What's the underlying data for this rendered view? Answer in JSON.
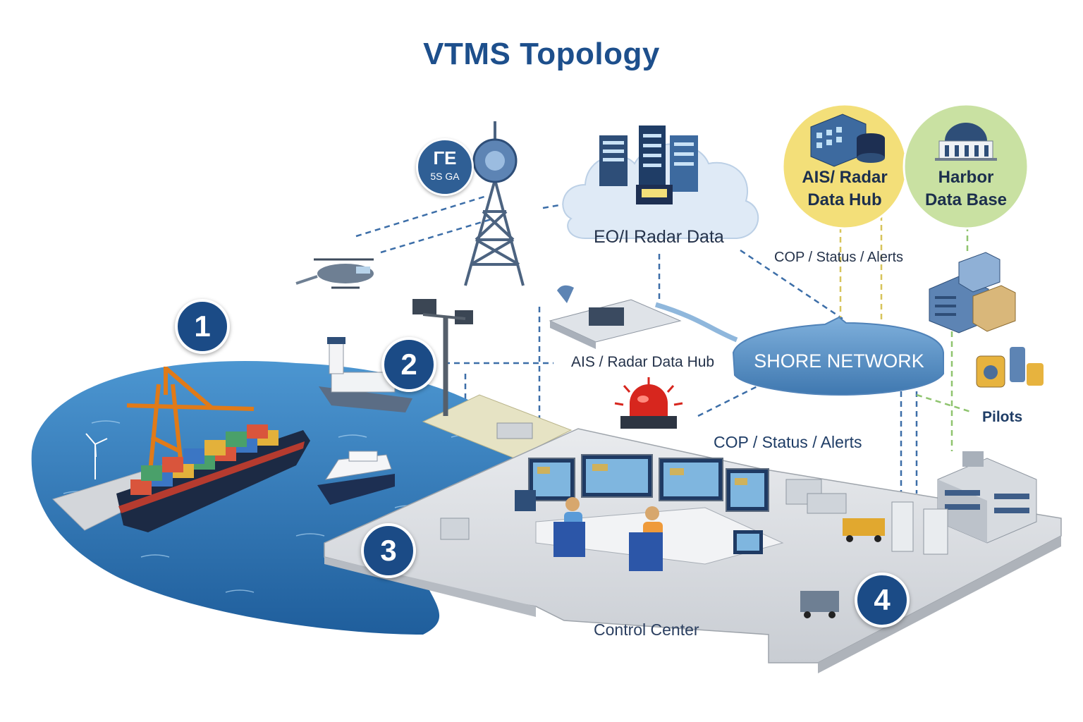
{
  "title": "VTMS Topology",
  "badge_5g": {
    "symbol": "ΓE",
    "caption": "5S GA"
  },
  "cloud_label": "EO/I Radar Data",
  "labels": {
    "cop_top": "COP / Status / Alerts",
    "ais_hub_mid": "AIS / Radar Data Hub",
    "cop_mid": "COP / Status / Alerts",
    "pilots": "Pilots",
    "control_center": "Control Center"
  },
  "hubs": [
    {
      "line1": "AIS/ Radar",
      "line2": "Data Hub",
      "color": "#f3df79"
    },
    {
      "line1": "Harbor",
      "line2": "Data Base",
      "color": "#c9e1a2"
    }
  ],
  "shore_network": "SHORE NETWORK",
  "markers": [
    "1",
    "2",
    "3",
    "4"
  ],
  "colors": {
    "accent": "#1b4b86",
    "sea": "#2f78b8",
    "link": "#3c6ea8",
    "cloud": "#dfeaf6"
  },
  "icons": [
    "tower-icon",
    "helicopter-icon",
    "cloud-server-icon",
    "radar-dish-icon",
    "camera-mast-icon",
    "alarm-beacon-icon",
    "container-ship-icon",
    "harbor-crane-icon",
    "patrol-boat-icon",
    "control-room-icon",
    "server-stack-icon",
    "pilot-equipment-icon"
  ]
}
